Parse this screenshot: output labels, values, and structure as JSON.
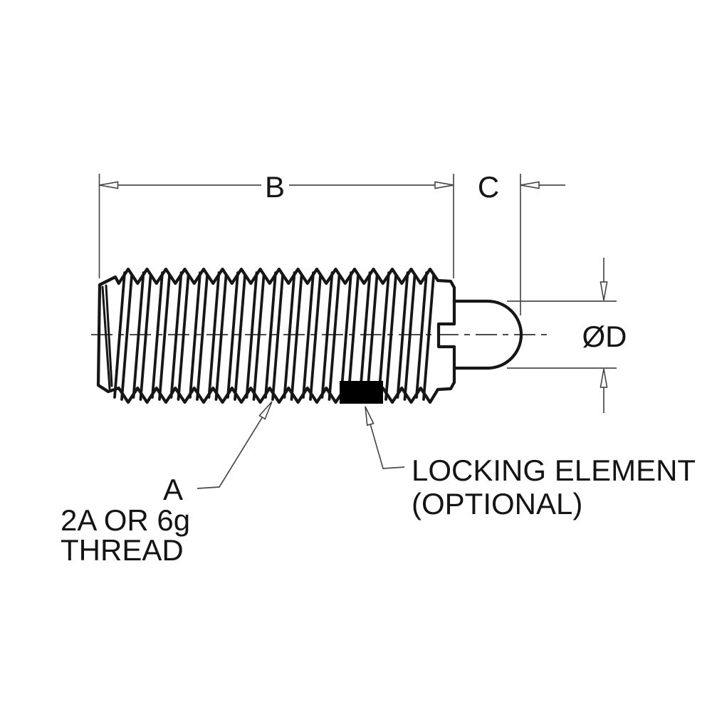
{
  "diagram": {
    "labels": {
      "dim_b": "B",
      "dim_c": "C",
      "dim_d": "ØD",
      "callout_a": "A",
      "thread_note_line1": "2A OR 6g",
      "thread_note_line2": "THREAD",
      "locking_line1": "LOCKING ELEMENT",
      "locking_line2": "(OPTIONAL)"
    },
    "colors": {
      "outline": "#161616",
      "dimension_line": "#4b4b4b",
      "locking_element_fill": "#000000",
      "background": "#ffffff"
    }
  }
}
